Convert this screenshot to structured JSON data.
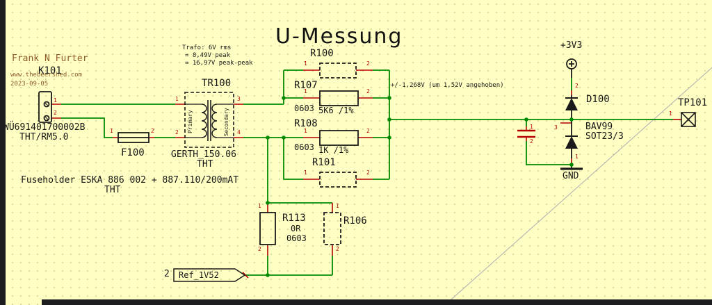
{
  "colors": {
    "background": "#FFFFC4",
    "wire": "#008A00",
    "pin": "#B40000",
    "outline": "#1A1A1A",
    "note": "#8C5A28"
  },
  "title": "U-Messung",
  "notes": {
    "author": "Frank N Furter",
    "website": "www.thebeershed.com",
    "date": "2023-09-05",
    "trafo": [
      "Trafo: 6V rms",
      "=  8,49V peak",
      "= 16,97V peak-peak"
    ],
    "voltage": "+/-1,268V (um 1,52V angehoben)",
    "fuseholder": "Fuseholder ESKA 886 002 + 887.110/200mAT",
    "fuseholder_mount": "THT"
  },
  "components": {
    "k101": {
      "ref": "K101",
      "value": "WÜ691401700002B",
      "footprint": "THT/RM5.0",
      "pins": [
        "1",
        "2"
      ]
    },
    "f100": {
      "ref": "F100",
      "pins": [
        "1",
        "2"
      ]
    },
    "tr100": {
      "ref": "TR100",
      "value": "GERTH_150.06",
      "footprint": "THT",
      "primary": "Primary",
      "secondary": "Secondary",
      "pins": [
        "1",
        "2",
        "3",
        "4"
      ]
    },
    "r100": {
      "ref": "R100",
      "pins": [
        "1",
        "2"
      ]
    },
    "r107": {
      "ref": "R107",
      "value": "5K6 /1%",
      "footprint": "0603",
      "pins": [
        "1",
        "2"
      ]
    },
    "r108": {
      "ref": "R108",
      "value": "1K /1%",
      "footprint": "0603",
      "pins": [
        "1",
        "2"
      ]
    },
    "r101": {
      "ref": "R101",
      "pins": [
        "1",
        "2"
      ]
    },
    "r113": {
      "ref": "R113",
      "value": "0R",
      "footprint": "0603",
      "pins": [
        "1",
        "2"
      ]
    },
    "r106": {
      "ref": "R106",
      "pins": [
        "1",
        "2"
      ]
    },
    "c100": {
      "pins": [
        "1",
        "2"
      ]
    },
    "d100": {
      "ref": "D100",
      "value": "BAV99",
      "footprint": "SOT23/3",
      "pins": [
        "2",
        "3",
        "1"
      ]
    },
    "tp101": {
      "ref": "TP101",
      "pins": [
        "1"
      ]
    },
    "pwr_3v3": {
      "label": "+3V3"
    },
    "gnd": {
      "label": "GND"
    },
    "ref_1v52": {
      "pin_number": "2",
      "label": "Ref_1V52"
    }
  }
}
